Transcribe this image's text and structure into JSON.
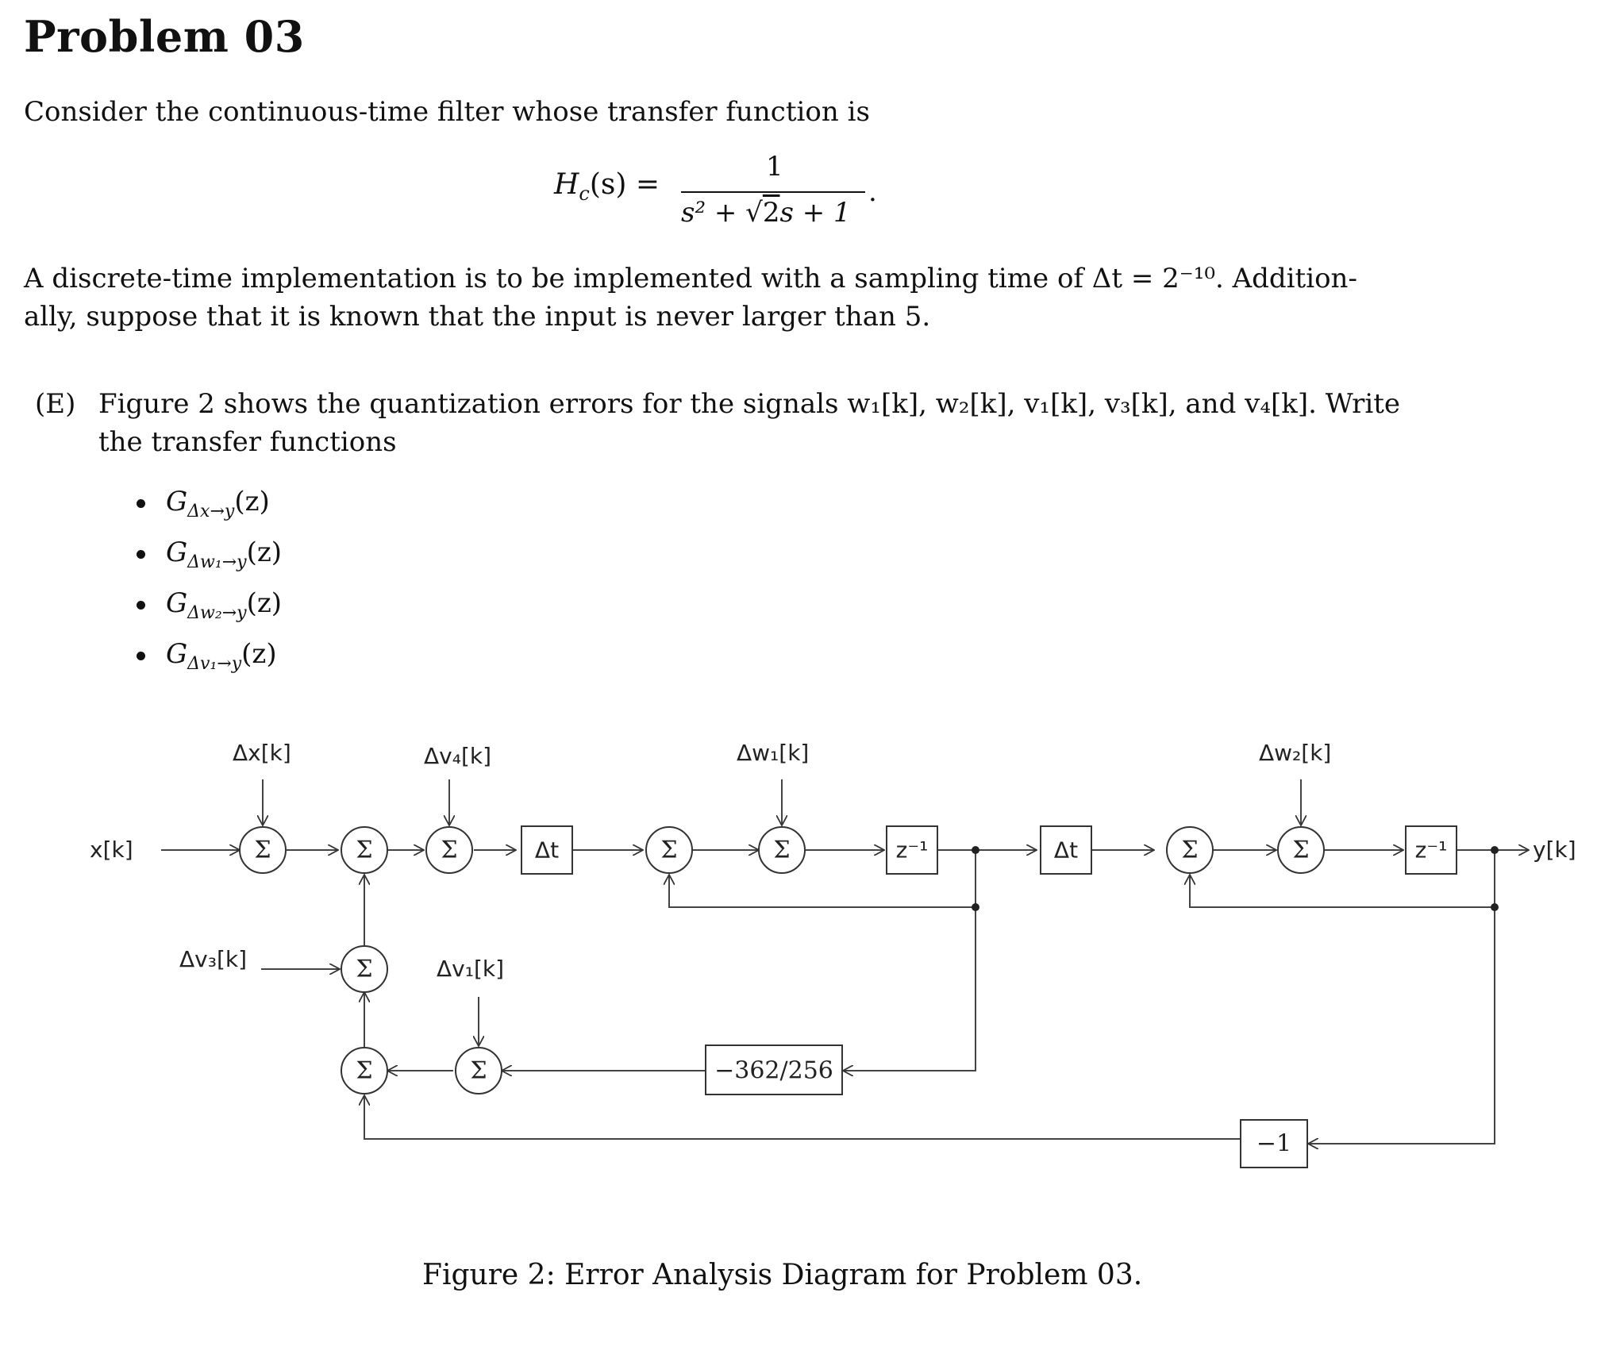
{
  "title": "Problem 03",
  "intro": "Consider the continuous-time filter whose transfer function is",
  "equation": {
    "lhs": "H",
    "lhs_sub": "c",
    "lhs_arg": "(s) =",
    "numerator": "1",
    "denominator_a": "s² + √",
    "denominator_root": "2",
    "denominator_b": "s + 1",
    "trailing": "."
  },
  "description_line1": "A discrete-time implementation is to be implemented with a sampling time of Δt = 2⁻¹⁰. Addition-",
  "description_line2": "ally, suppose that it is known that the input is never larger than 5.",
  "part_e": {
    "label": "(E)",
    "line1": "Figure 2 shows the quantization errors for the signals w₁[k], w₂[k], v₁[k], v₃[k], and v₄[k]. Write",
    "line2": "the transfer functions",
    "items": [
      {
        "g": "G",
        "sub": "Δx→y",
        "arg": "(z)"
      },
      {
        "g": "G",
        "sub": "Δw₁→y",
        "arg": "(z)"
      },
      {
        "g": "G",
        "sub": "Δw₂→y",
        "arg": "(z)"
      },
      {
        "g": "G",
        "sub": "Δv₁→y",
        "arg": "(z)"
      }
    ]
  },
  "diagram": {
    "input": "x[k]",
    "output": "y[k]",
    "dx": "Δx[k]",
    "dv4": "Δv₄[k]",
    "dw1": "Δw₁[k]",
    "dw2": "Δw₂[k]",
    "dv3": "Δv₃[k]",
    "dv1": "Δv₁[k]",
    "sum": "Σ",
    "dt": "Δt",
    "zinv": "z⁻¹",
    "gain_a": "−362/256",
    "gain_b": "−1"
  },
  "caption": "Figure 2: Error Analysis Diagram for Problem 03."
}
